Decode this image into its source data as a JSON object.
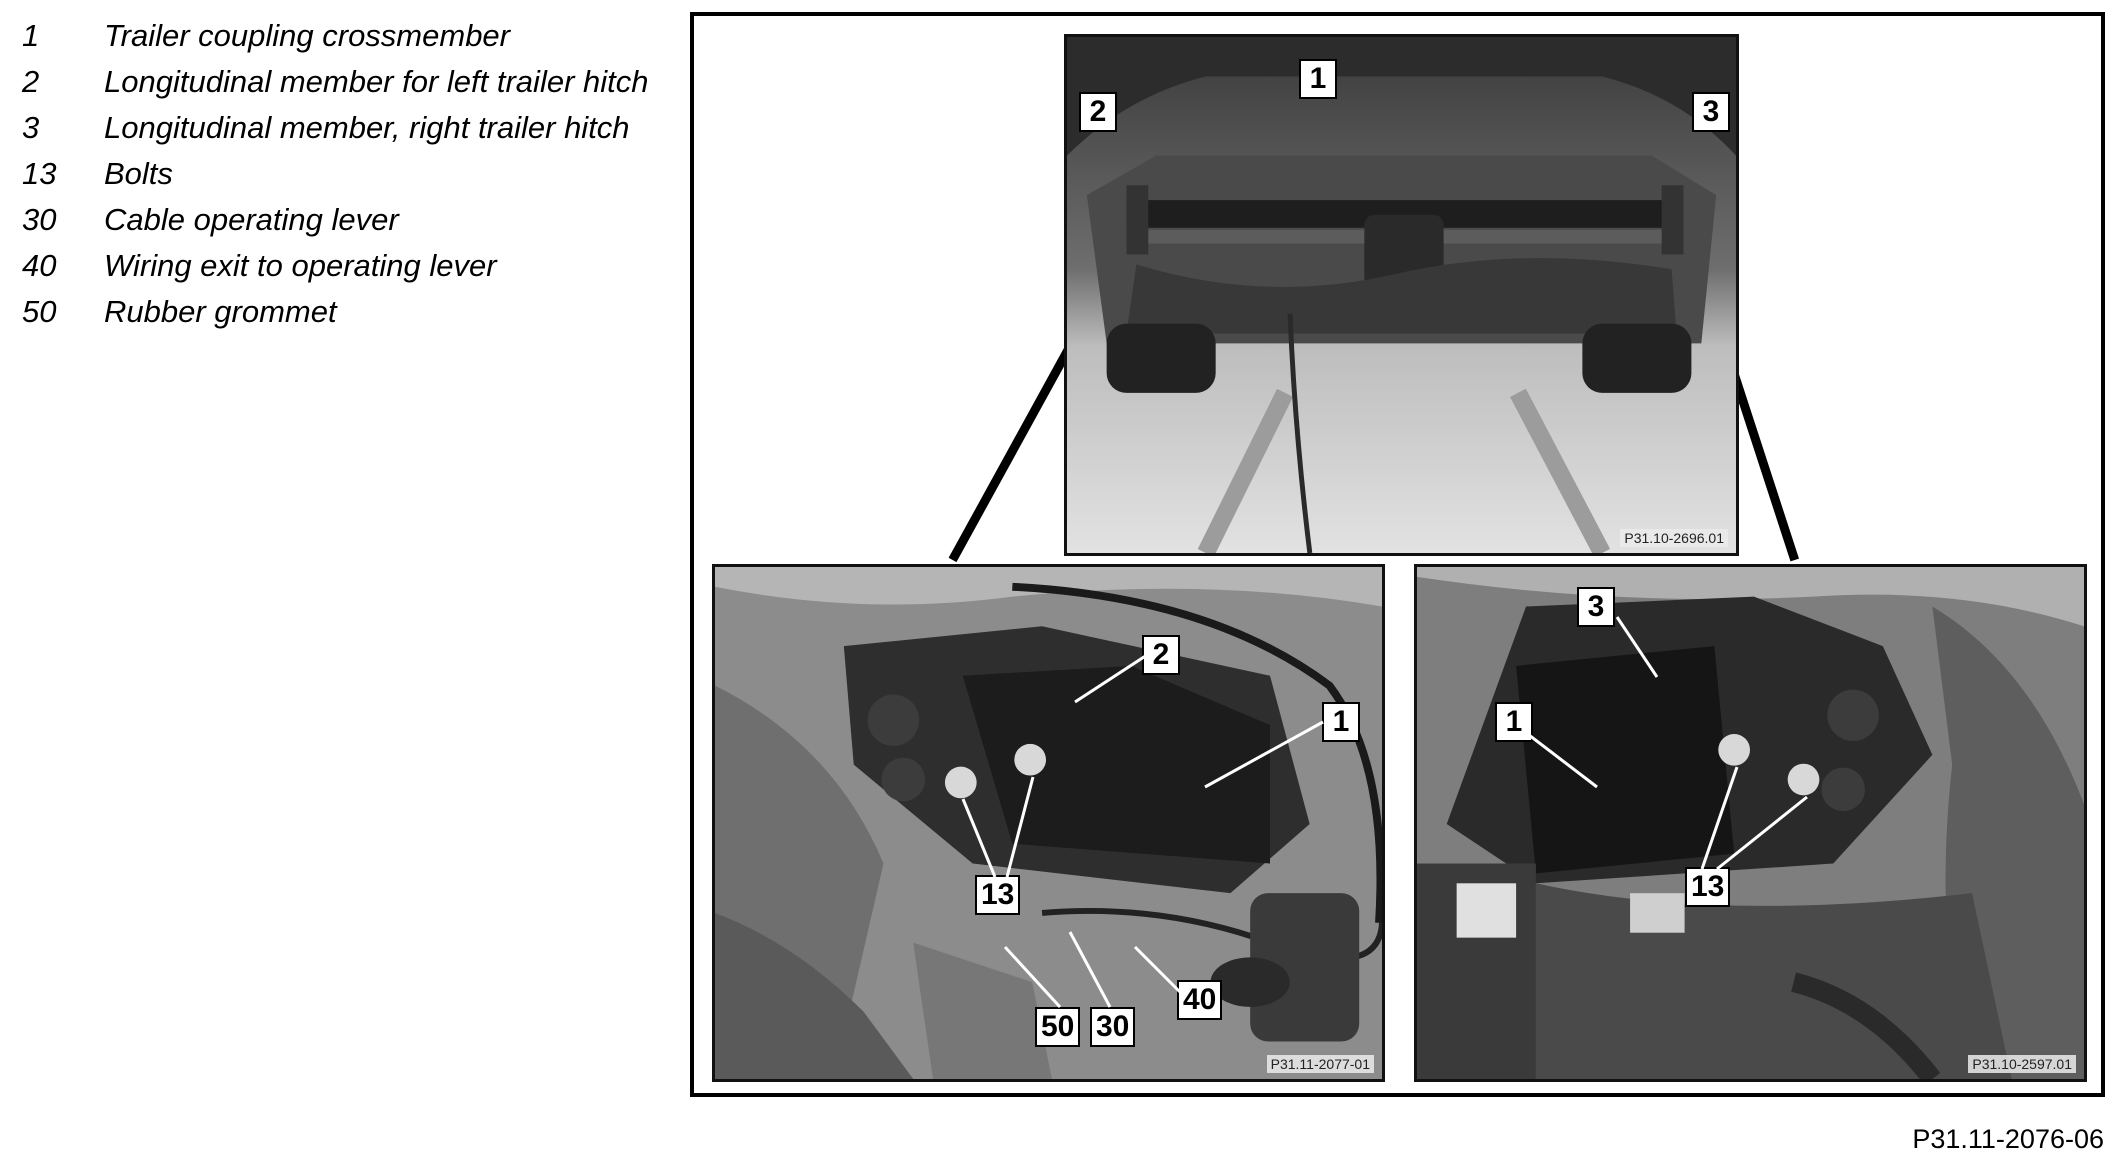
{
  "legend": [
    {
      "num": "1",
      "text": "Trailer coupling crossmember"
    },
    {
      "num": "2",
      "text": "Longitudinal member for left trailer hitch"
    },
    {
      "num": "3",
      "text": "Longitudinal member, right trailer hitch"
    },
    {
      "num": "13",
      "text": "Bolts"
    },
    {
      "num": "30",
      "text": "Cable operating lever"
    },
    {
      "num": "40",
      "text": "Wiring exit to operating lever"
    },
    {
      "num": "50",
      "text": "Rubber grommet"
    }
  ],
  "photos": {
    "top": {
      "code": "P31.10-2696.01",
      "callouts": [
        "1",
        "2",
        "3"
      ]
    },
    "left": {
      "code": "P31.11-2077-01",
      "callouts": [
        "2",
        "1",
        "13",
        "50",
        "30",
        "40"
      ]
    },
    "right": {
      "code": "P31.10-2597.01",
      "callouts": [
        "3",
        "1",
        "13"
      ]
    }
  },
  "figure_code": "P31.11-2076-06"
}
